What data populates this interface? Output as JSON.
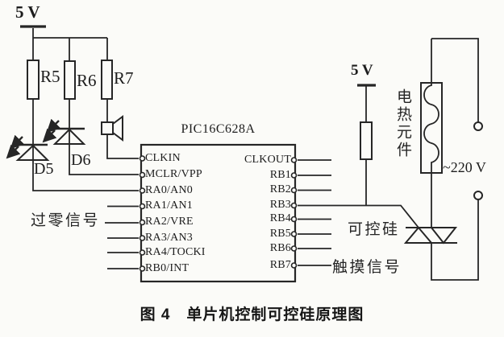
{
  "colors": {
    "ink": "#262626",
    "paper": "#fbfbf8"
  },
  "power": {
    "left_5v": "5 V",
    "right_5v": "5 V"
  },
  "components": {
    "r5_label": "R5",
    "r6_label": "R6",
    "r7_label": "R7",
    "d5_label": "D5",
    "d6_label": "D6"
  },
  "ic": {
    "title": "PIC16C628A",
    "left_pins": [
      "CLKIN",
      "MCLR/VPP",
      "RA0/AN0",
      "RA1/AN1",
      "RA2/VRE",
      "RA3/AN3",
      "RA4/TOCKI",
      "RB0/INT"
    ],
    "right_pins": [
      "CLKOUT",
      "RB1",
      "RB2",
      "RB3",
      "RB4",
      "RB5",
      "RB6",
      "RB7"
    ]
  },
  "labels": {
    "zero_crossing_signal": "过零信号",
    "touch_signal": "触摸信号",
    "thyristor": "可控硅",
    "heating_element": "电热元件",
    "mains_voltage": "~220 V"
  },
  "caption": "图 4　单片机控制可控硅原理图"
}
